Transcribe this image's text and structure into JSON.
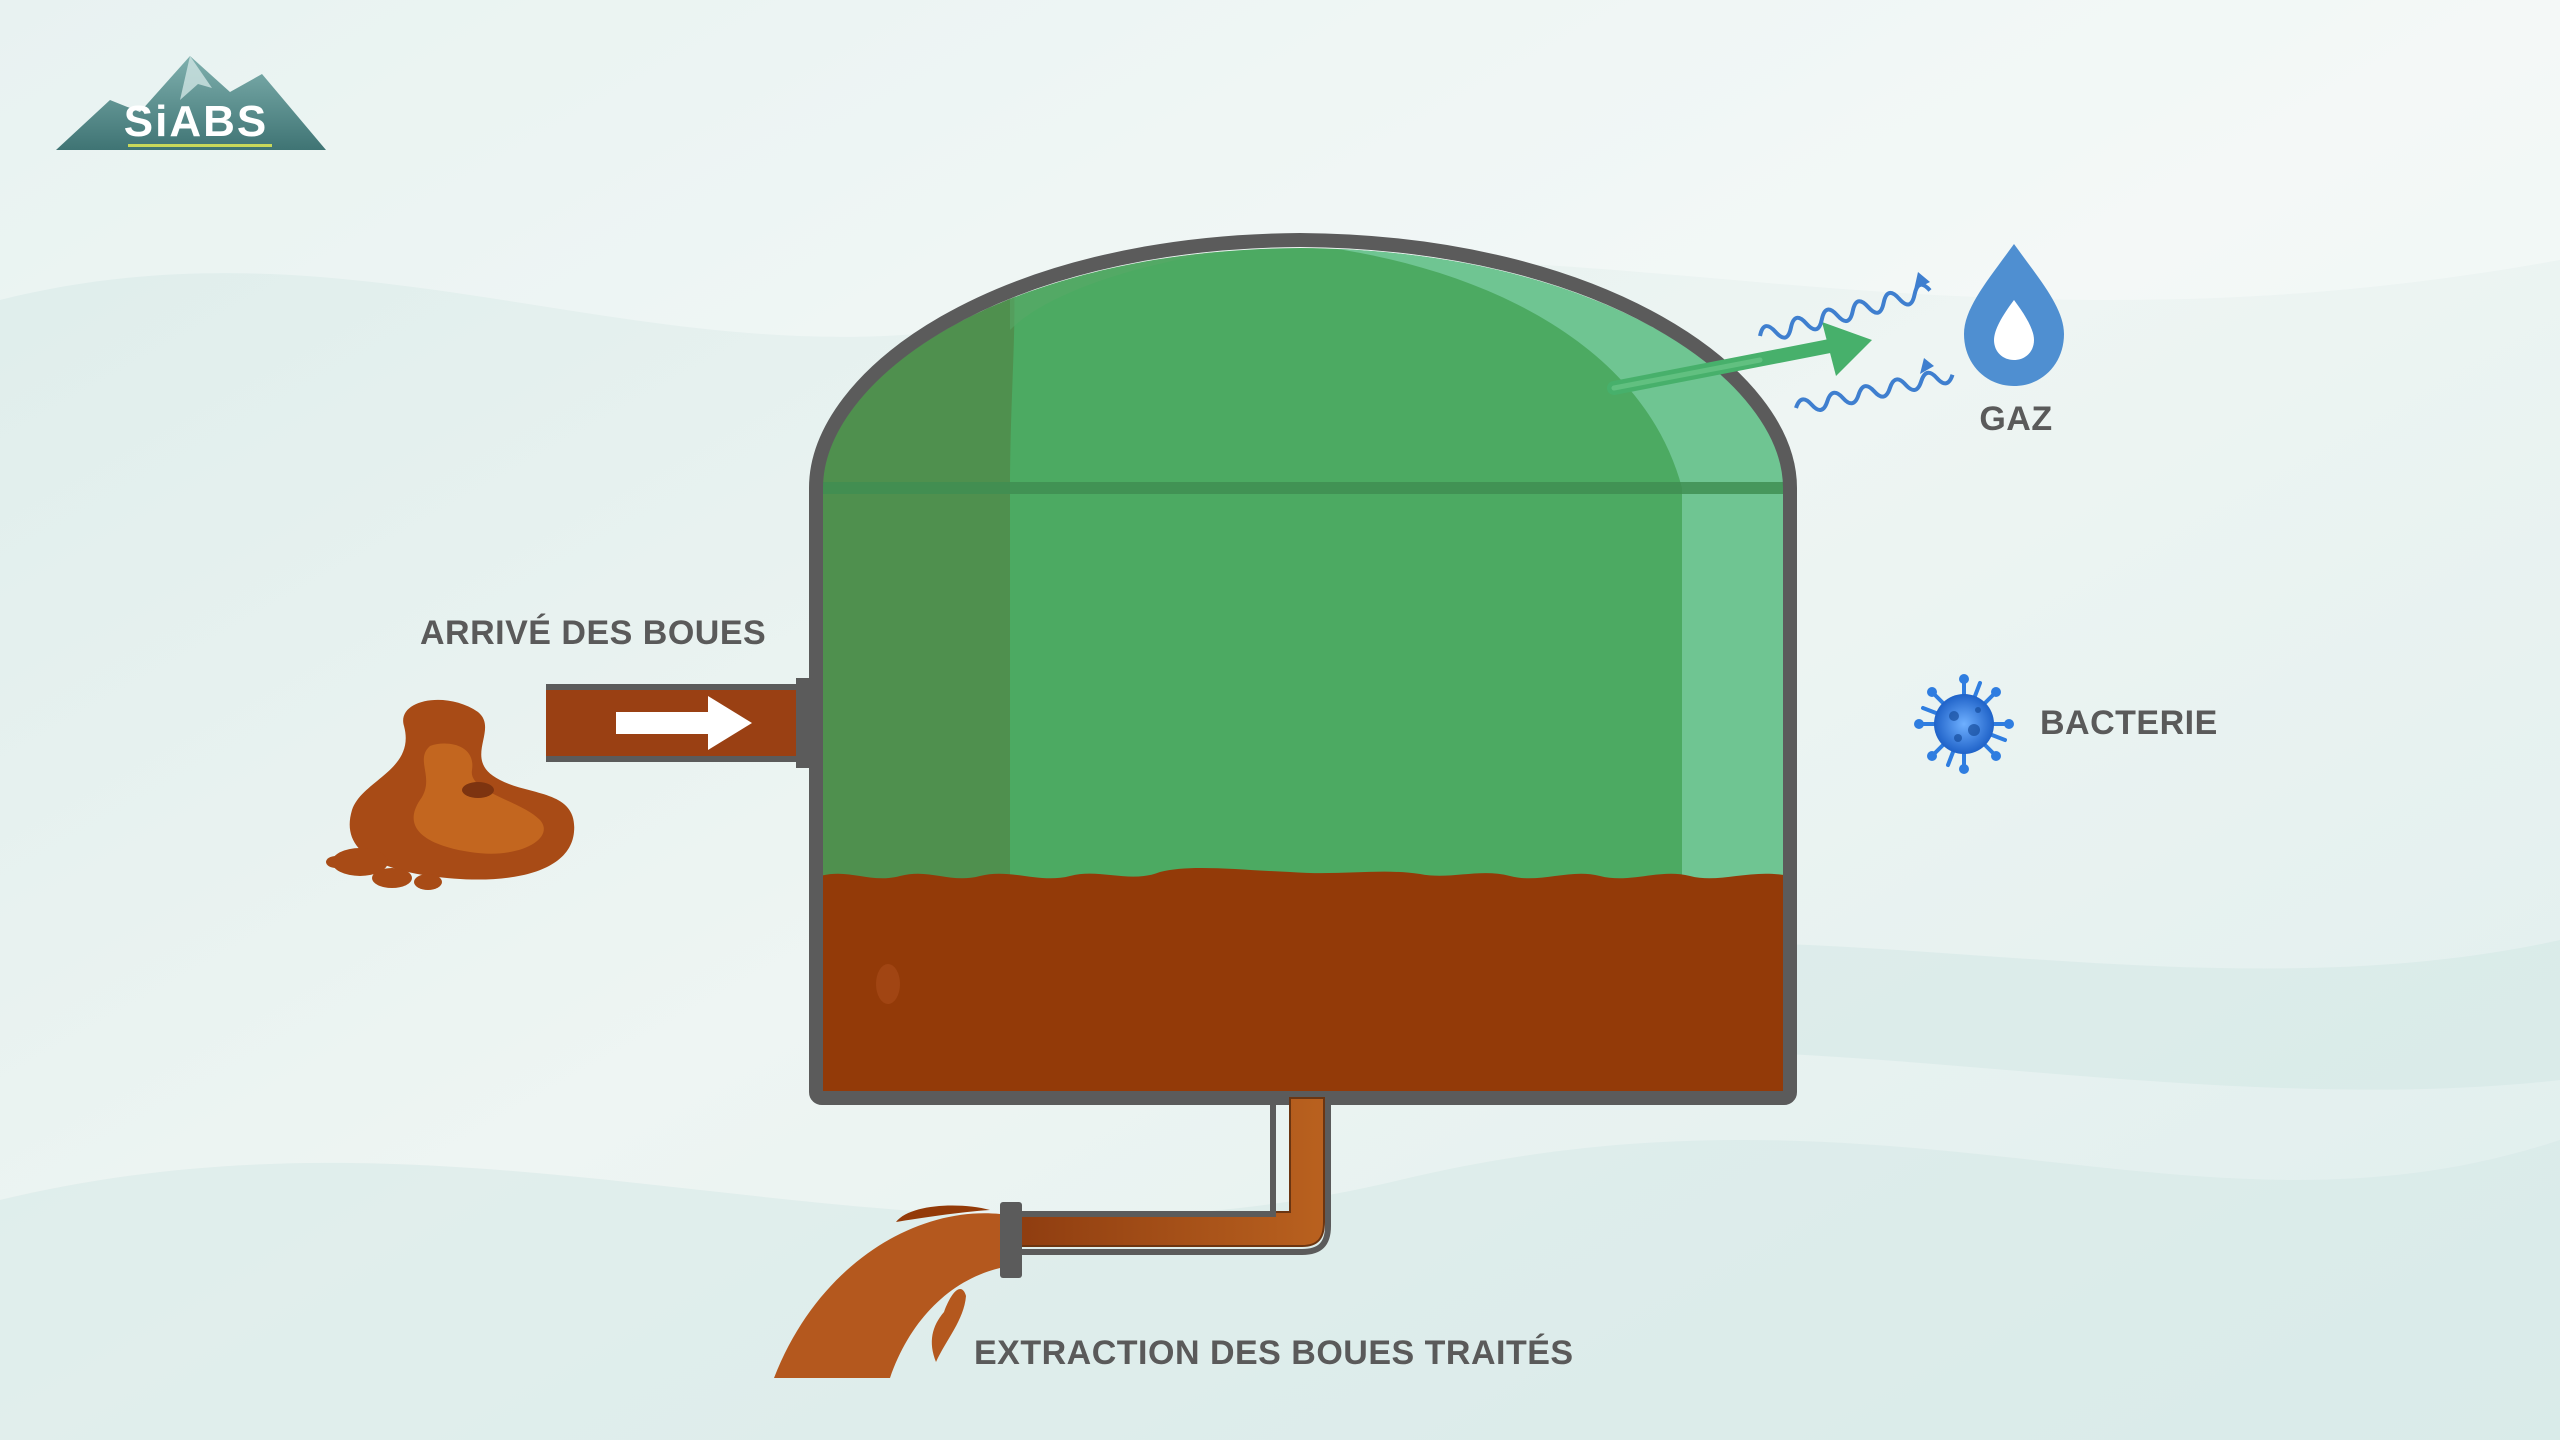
{
  "logo": {
    "text": "SiABS"
  },
  "labels": {
    "gas": "GAZ",
    "bacteria": "BACTERIE",
    "inlet": "ARRIVÉ DES BOUES",
    "outlet": "EXTRACTION DES BOUES TRAITÉS"
  },
  "colors": {
    "background": "#e9f3f1",
    "tank_outline": "#5b5b5b",
    "gas_green": "#4caa62",
    "gas_green_dark": "#4f904e",
    "gas_green_light": "#6fc592",
    "sludge": "#933a08",
    "pipe": "#a8521a",
    "gas_icon_blue": "#4f8fd1",
    "bacteria_blue": "#2f7de0",
    "arrow_green": "#47b06b"
  },
  "icons": {
    "gas": "water-drop-icon",
    "bacteria": "virus-icon",
    "inlet_sludge": "sludge-puddle-icon",
    "flow_arrow": "arrow-right-icon"
  }
}
